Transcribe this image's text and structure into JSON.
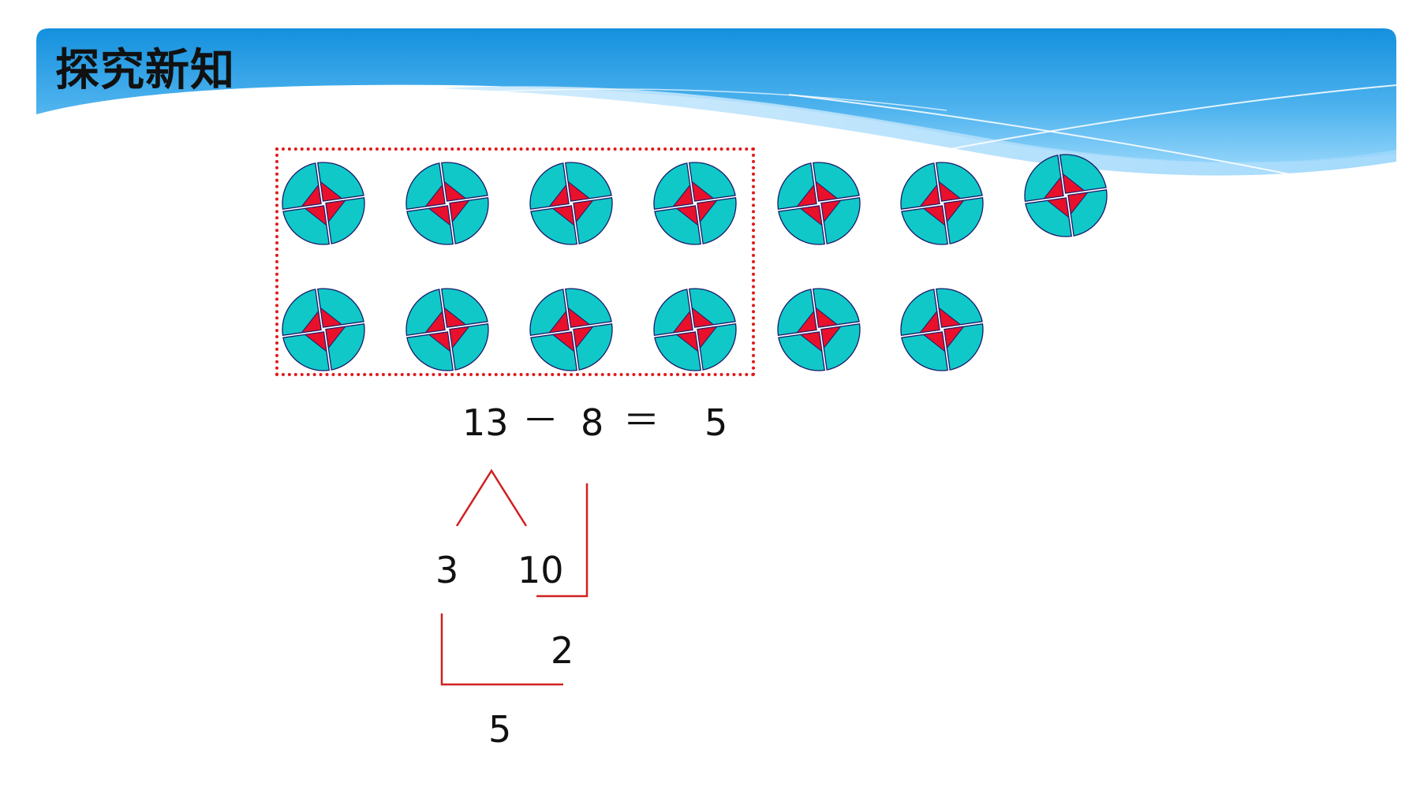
{
  "slide": {
    "title": "探究新知"
  },
  "scene": {
    "pinwheel_count": 13,
    "grouped_count": 8,
    "colors": {
      "blade": "#10c8c8",
      "center": "#e8102a",
      "stroke": "#1a1a6a",
      "box": "#e01a1a",
      "header_blue": "#1a8fdc"
    }
  },
  "equation": {
    "minuend": "13",
    "minus": "－",
    "subtrahend": "8",
    "equals": "＝",
    "result": "5"
  },
  "decomposition": {
    "part_left": "3",
    "part_right": "10",
    "intermediate": "2",
    "final": "5"
  }
}
